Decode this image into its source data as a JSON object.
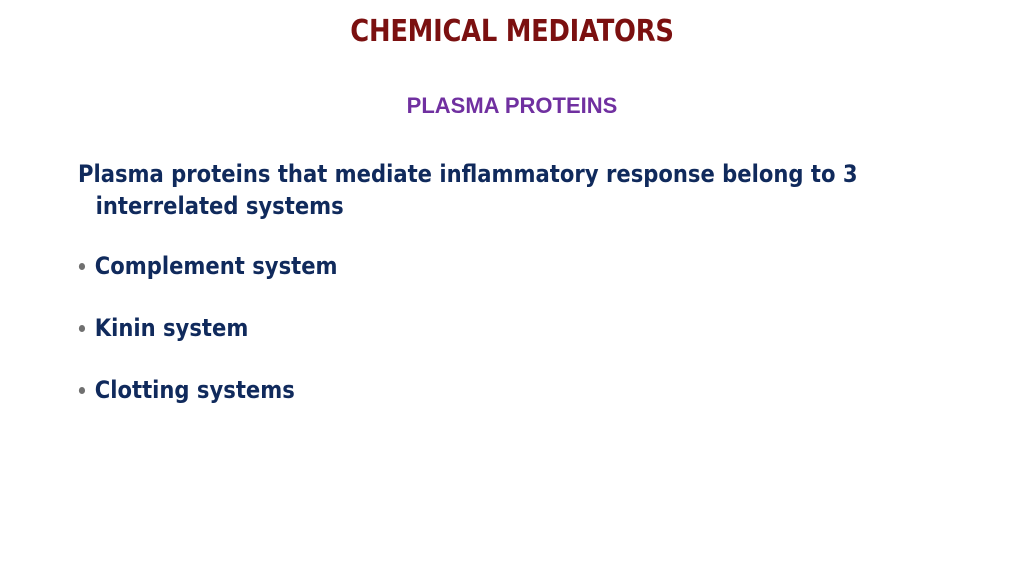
{
  "slide": {
    "title": "CHEMICAL MEDIATORS",
    "subtitle": "PLASMA PROTEINS",
    "intro": "Plasma proteins that mediate inflammatory response belong to 3 interrelated systems",
    "bullets": [
      {
        "label": "Complement system"
      },
      {
        "label": "Kinin system"
      },
      {
        "label": "Clotting systems"
      }
    ],
    "colors": {
      "title": "#7b1010",
      "subtitle": "#7030a0",
      "body": "#102a5c",
      "bullet_dot": "#707070"
    }
  }
}
